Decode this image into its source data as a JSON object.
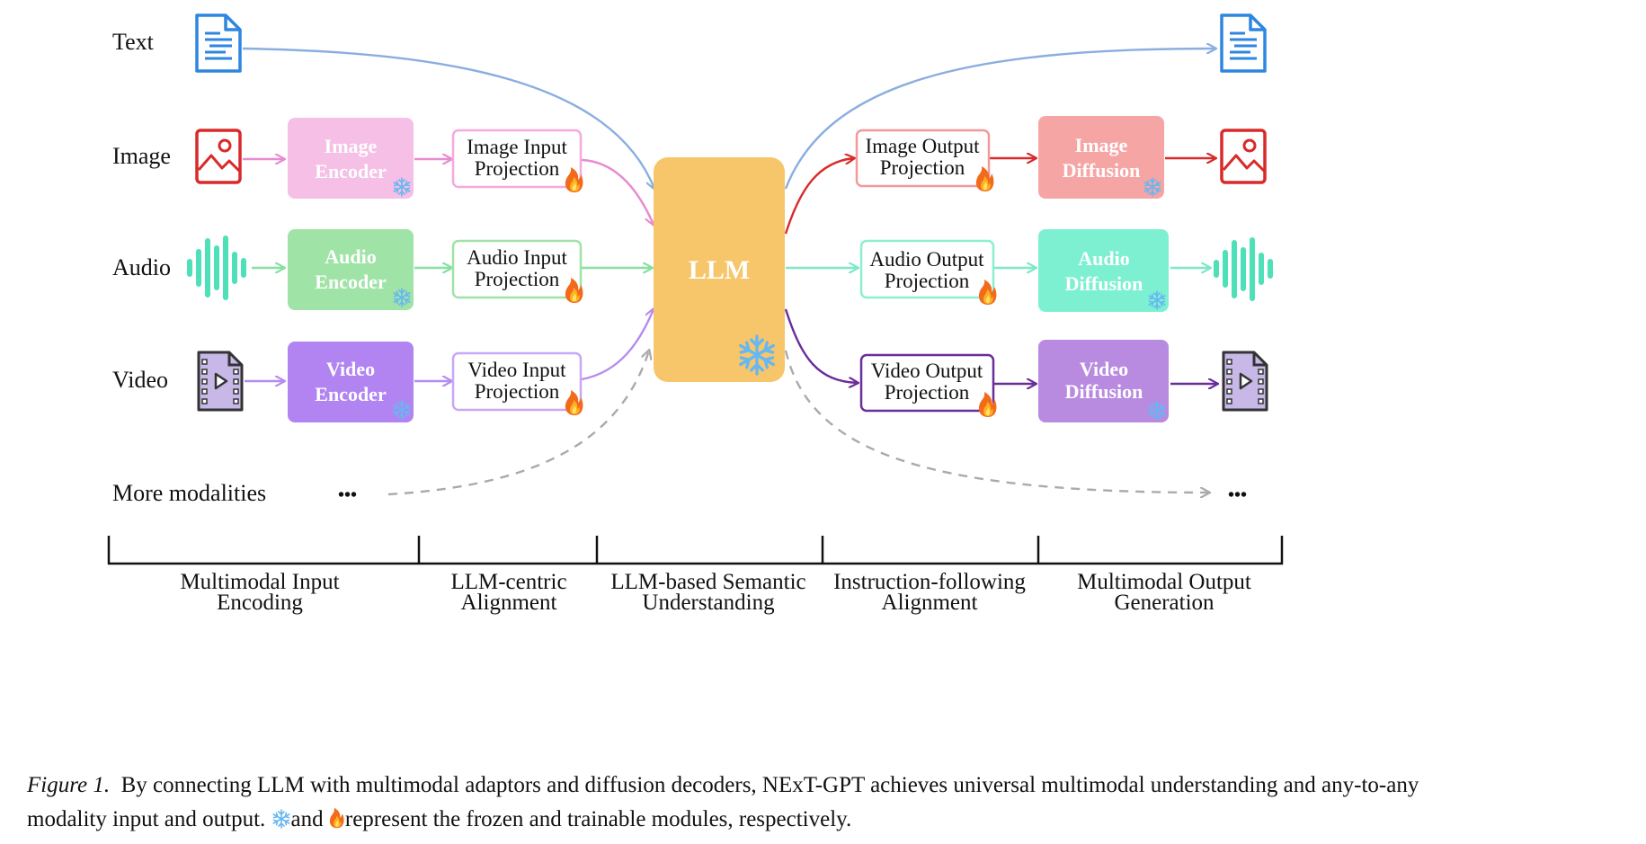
{
  "inputs": {
    "text": "Text",
    "image": "Image",
    "audio": "Audio",
    "video": "Video",
    "more": "More modalities",
    "ellipsis_left": "•••",
    "ellipsis_right": "•••"
  },
  "encoders": {
    "image": [
      "Image",
      "Encoder"
    ],
    "audio": [
      "Audio",
      "Encoder"
    ],
    "video": [
      "Video",
      "Encoder"
    ]
  },
  "input_projections": {
    "image": [
      "Image Input",
      "Projection"
    ],
    "audio": [
      "Audio Input",
      "Projection"
    ],
    "video": [
      "Video Input",
      "Projection"
    ]
  },
  "llm": {
    "label": "LLM"
  },
  "output_projections": {
    "image": [
      "Image Output",
      "Projection"
    ],
    "audio": [
      "Audio Output",
      "Projection"
    ],
    "video": [
      "Video Output",
      "Projection"
    ]
  },
  "diffusions": {
    "image": [
      "Image",
      "Diffusion"
    ],
    "audio": [
      "Audio",
      "Diffusion"
    ],
    "video": [
      "Video",
      "Diffusion"
    ]
  },
  "stages": [
    [
      "Multimodal Input",
      "Encoding"
    ],
    [
      "LLM-centric",
      "Alignment"
    ],
    [
      "LLM-based Semantic",
      "Understanding"
    ],
    [
      "Instruction-following",
      "Alignment"
    ],
    [
      "Multimodal Output",
      "Generation"
    ]
  ],
  "caption": {
    "label": "Figure 1.",
    "line1": "By connecting LLM with multimodal adaptors and diffusion decoders, NExT-GPT achieves universal multimodal understanding and any-to-any",
    "line2a": "modality input and output.",
    "and": "and",
    "line2b": "represent the frozen and trainable modules, respectively."
  },
  "colors": {
    "text_flow": "#8aaee0",
    "image_flow": "#e88bd0",
    "audio_flow": "#86e0a0",
    "video_flow": "#b48cf0",
    "image_out": "#d92a2a",
    "audio_out": "#7de8c8",
    "video_out": "#6a2d9a",
    "llm": "#f7c66a",
    "image_encoder": "#f5bfe6",
    "audio_encoder": "#9fe3a6",
    "video_encoder": "#b184f2",
    "image_diffusion": "#f6a5a5",
    "audio_diffusion": "#7ef0d2",
    "video_diffusion": "#b88be0",
    "frozen": "#66b7f2",
    "trainable": "#f26a1b"
  }
}
